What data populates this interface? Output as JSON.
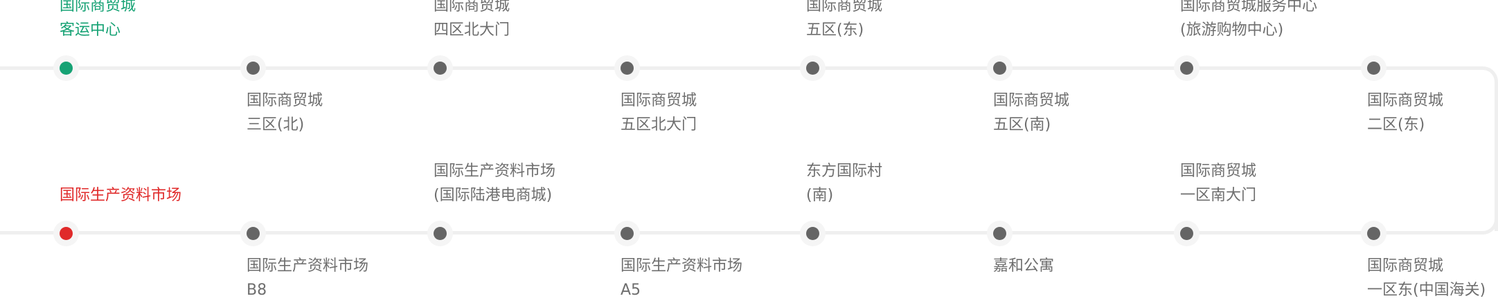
{
  "colors": {
    "start_stop": "#16a274",
    "end_stop": "#e02a2a",
    "normal_stop": "#656565",
    "stop_text": "#6e6e6e",
    "track": "#efefef",
    "dot_halo": "#f5f5f5"
  },
  "rows": [
    {
      "stops": [
        {
          "lines": [
            "国际商贸城",
            "客运中心"
          ],
          "label_side": "above",
          "status": "start"
        },
        {
          "lines": [
            "国际商贸城",
            "三区(北)"
          ],
          "label_side": "below"
        },
        {
          "lines": [
            "国际商贸城",
            "四区北大门"
          ],
          "label_side": "above"
        },
        {
          "lines": [
            "国际商贸城",
            "五区北大门"
          ],
          "label_side": "below"
        },
        {
          "lines": [
            "国际商贸城",
            "五区(东)"
          ],
          "label_side": "above"
        },
        {
          "lines": [
            "国际商贸城",
            "五区(南)"
          ],
          "label_side": "below"
        },
        {
          "lines": [
            "国际商贸城服务中心",
            "(旅游购物中心)"
          ],
          "label_side": "above"
        },
        {
          "lines": [
            "国际商贸城",
            "二区(东)"
          ],
          "label_side": "below"
        }
      ]
    },
    {
      "stops": [
        {
          "lines": [
            "国际生产资料市场"
          ],
          "label_side": "above",
          "status": "end"
        },
        {
          "lines": [
            "国际生产资料市场",
            "B8"
          ],
          "label_side": "below"
        },
        {
          "lines": [
            "国际生产资料市场",
            "(国际陆港电商城)"
          ],
          "label_side": "above"
        },
        {
          "lines": [
            "国际生产资料市场",
            "A5"
          ],
          "label_side": "below"
        },
        {
          "lines": [
            "东方国际村",
            "(南)"
          ],
          "label_side": "above"
        },
        {
          "lines": [
            "嘉和公寓"
          ],
          "label_side": "below"
        },
        {
          "lines": [
            "国际商贸城",
            "一区南大门"
          ],
          "label_side": "above"
        },
        {
          "lines": [
            "国际商贸城",
            "一区东(中国海关)"
          ],
          "label_side": "below"
        }
      ]
    }
  ]
}
